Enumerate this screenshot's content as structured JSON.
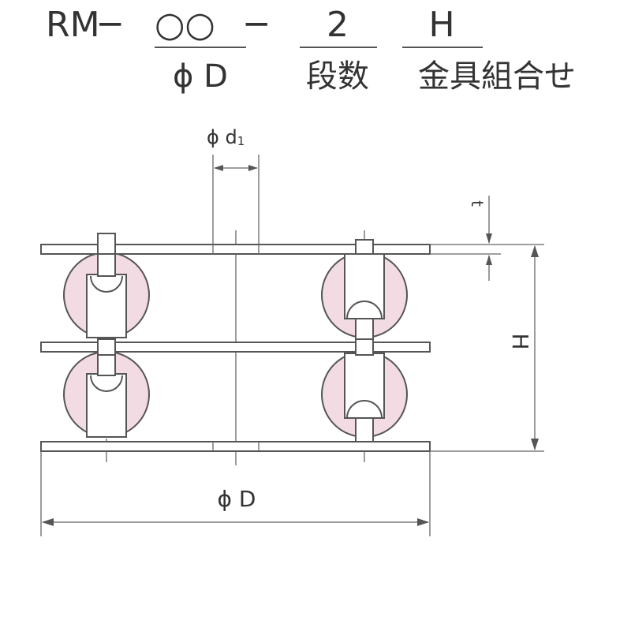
{
  "code": {
    "prefix": "RM─",
    "placeholder": "○○",
    "sep": "─",
    "tiers": "2",
    "hardware": "H"
  },
  "code_labels": {
    "diameter": "ϕ D",
    "tiers": "段数",
    "hardware": "金具組合せ"
  },
  "dimensions": {
    "shaft_diameter": "ϕ d",
    "shaft_diameter_sub": "1",
    "thickness": "t",
    "height": "H",
    "outer_diameter": "ϕ D"
  },
  "colors": {
    "roller_fill": "#f3dbe3",
    "line": "#555555",
    "text": "#333333"
  }
}
